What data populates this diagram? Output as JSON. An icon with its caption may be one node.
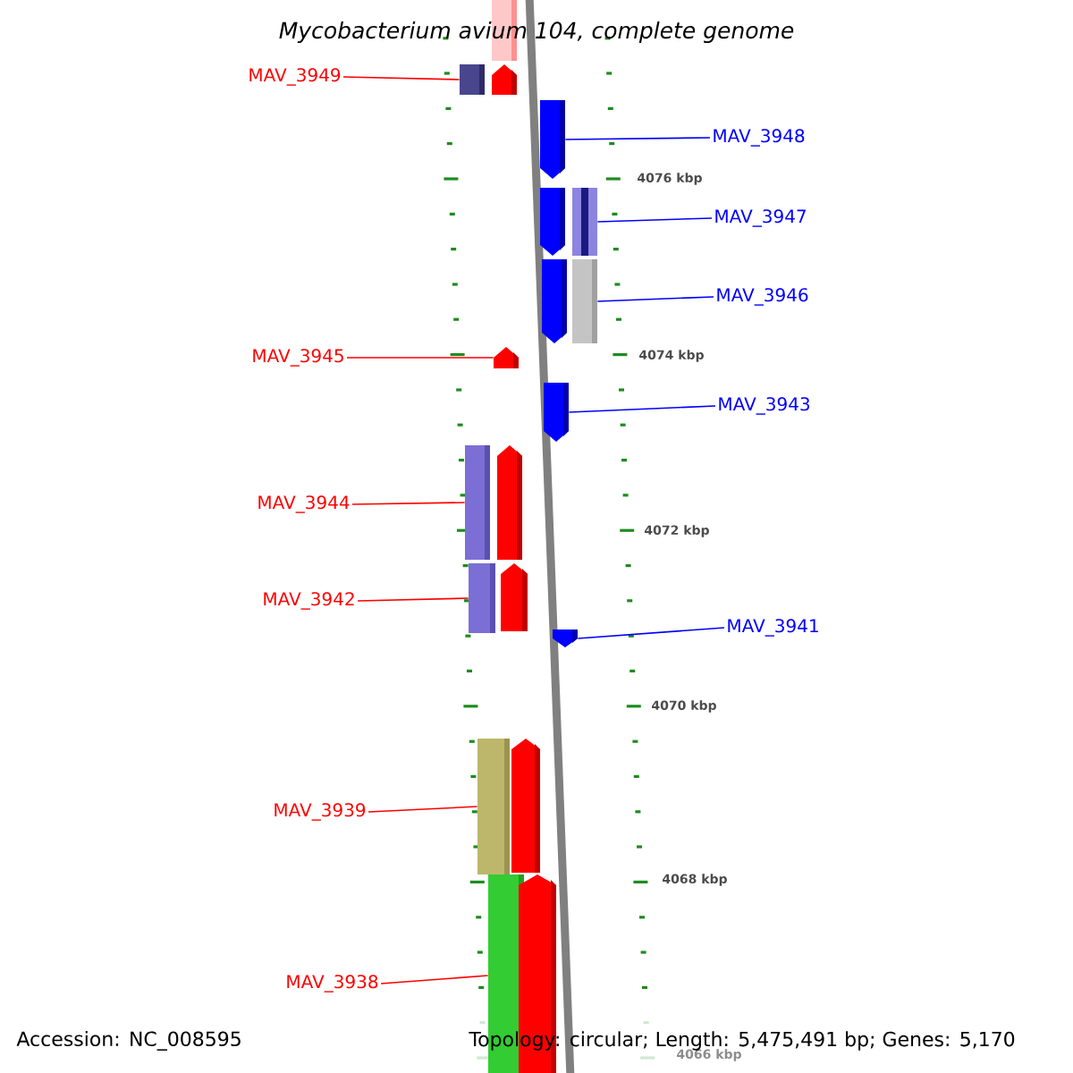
{
  "diagram": {
    "title": "Mycobacterium avium 104, complete genome",
    "nodes": [
      {
        "text": [],
        "shape": "bar"
      },
      {
        "text": [
          "MAV_3949"
        ]
      },
      {
        "text": [],
        "shape": "bar"
      },
      {
        "text": [],
        "shape": "pentagon"
      },
      {
        "text": [],
        "shape": "pentagon"
      },
      {
        "text": [
          "MAV_3948"
        ]
      },
      {
        "text": [],
        "shape": "pentagon"
      },
      {
        "text": [],
        "shape": "bar"
      },
      {
        "text": [
          "MAV_3947"
        ]
      },
      {
        "text": [],
        "shape": "pentagon"
      },
      {
        "text": [],
        "shape": "bar"
      },
      {
        "text": [
          "MAV_3946"
        ]
      },
      {
        "text": [
          "MAV_3945"
        ]
      },
      {
        "text": [],
        "shape": "pentagon"
      },
      {
        "text": [],
        "shape": "pentagon"
      },
      {
        "text": [
          "MAV_3943"
        ]
      },
      {
        "text": [],
        "shape": "bar"
      },
      {
        "text": [],
        "shape": "pentagon"
      },
      {
        "text": [
          "MAV_3944"
        ]
      },
      {
        "text": [],
        "shape": "bar"
      },
      {
        "text": [],
        "shape": "pentagon"
      },
      {
        "text": [
          "MAV_3942"
        ]
      },
      {
        "text": [],
        "shape": "pentagon"
      },
      {
        "text": [
          "MAV_3941"
        ]
      },
      {
        "text": [],
        "shape": "bar"
      },
      {
        "text": [],
        "shape": "pentagon"
      },
      {
        "text": [
          "MAV_3939"
        ]
      },
      {
        "text": [],
        "shape": "bar"
      },
      {
        "text": [],
        "shape": "pentagon"
      },
      {
        "text": [
          "MAV_3938"
        ]
      }
    ],
    "edges": [
      {
        "from": 1,
        "to": 2,
        "arrow": "none"
      },
      {
        "from": 5,
        "to": 4,
        "arrow": "none",
        "color": "#0000ff"
      },
      {
        "from": 8,
        "to": 7,
        "arrow": "none",
        "color": "#0000ff"
      },
      {
        "from": 11,
        "to": 10,
        "arrow": "none",
        "color": "#0000ff"
      },
      {
        "from": 12,
        "to": 13,
        "arrow": "none"
      },
      {
        "from": 15,
        "to": 14,
        "arrow": "none",
        "color": "#0000ff"
      },
      {
        "from": 18,
        "to": 16,
        "arrow": "none"
      },
      {
        "from": 21,
        "to": 19,
        "arrow": "none"
      },
      {
        "from": 23,
        "to": 22,
        "arrow": "none",
        "color": "#0000ff"
      },
      {
        "from": 26,
        "to": 24,
        "arrow": "none"
      },
      {
        "from": 29,
        "to": 27,
        "arrow": "none"
      }
    ],
    "labels": [
      "4076 kbp",
      "4074 kbp",
      "4072 kbp",
      "4070 kbp",
      "4068 kbp",
      "4066 kbp",
      "Accession: NC_008595",
      "Topology: circular; Length: 5,475,491 bp; Genes: 5,170"
    ]
  }
}
